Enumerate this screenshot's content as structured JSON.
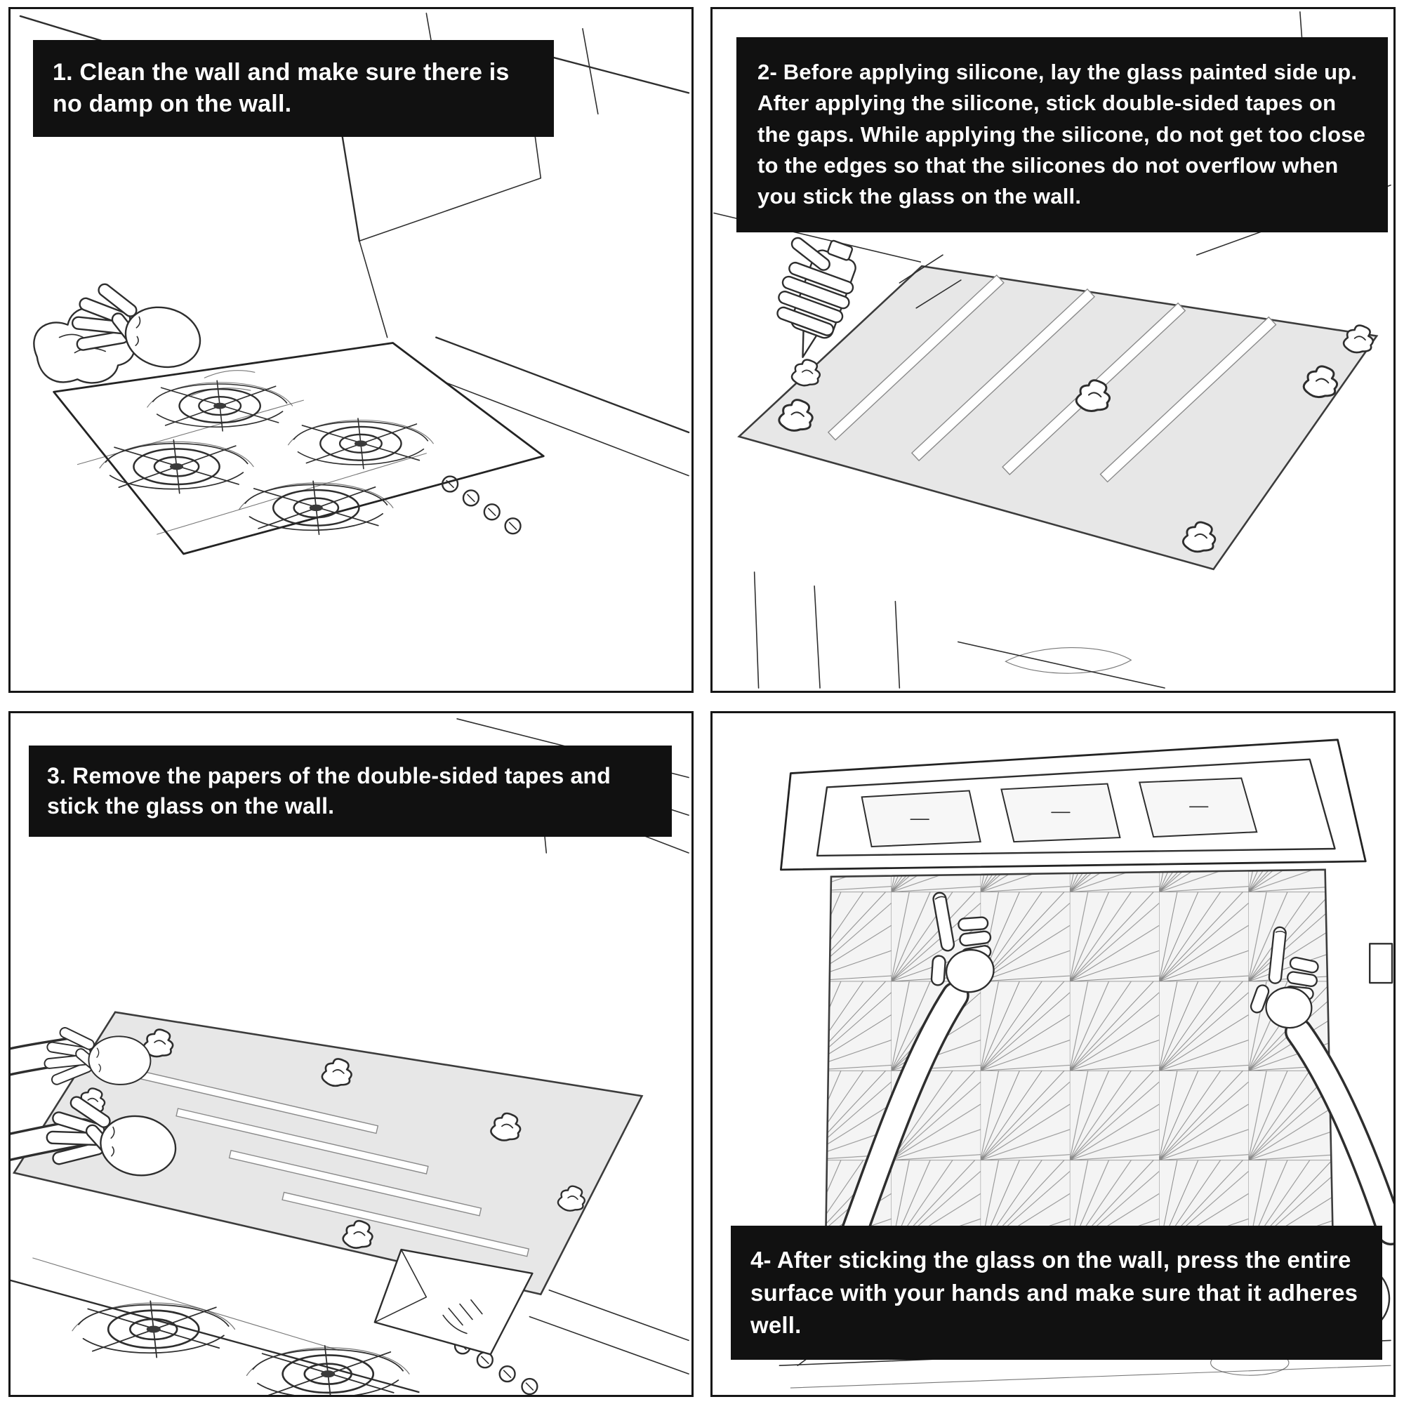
{
  "colors": {
    "caption_background": "#111111",
    "caption_text": "#ffffff",
    "glass_fill": "#e7e7e7",
    "sketch_line": "#2e2e2e"
  },
  "panels": [
    {
      "step": "1",
      "caption": "1. Clean the wall and make sure there is no damp on the wall.",
      "illustration": "hand-wiping-cooktop-with-cloth"
    },
    {
      "step": "2",
      "caption": "2- Before applying silicone, lay the glass painted side up. After applying the silicone, stick double-sided tapes on the gaps. While applying the silicone, do not get too close to the edges so that the silicones do not overflow when you stick the glass on the wall.",
      "illustration": "hand-applying-silicone-and-tapes-on-glass"
    },
    {
      "step": "3",
      "caption": "3. Remove the papers of the double-sided tapes and stick the glass on the wall.",
      "illustration": "hands-placing-glass-over-cooktop-peeling-tape-paper"
    },
    {
      "step": "4",
      "caption": "4- After sticking the glass on the wall, press the entire surface with your hands and make sure that it adheres well.",
      "illustration": "hands-pressing-patterned-glass-on-wall-under-range-hood"
    }
  ]
}
